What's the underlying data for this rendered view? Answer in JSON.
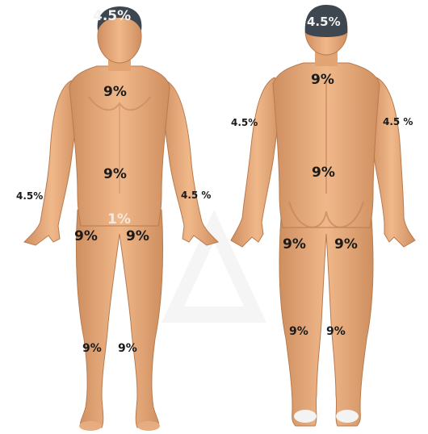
{
  "figure": {
    "skin_color": "#e6a978",
    "skin_shadow": "#c98a5c",
    "hair_color": "#3e4650",
    "feet_color": "#f3f3f3",
    "watermark_color": "#eeeeee"
  },
  "front": {
    "head": "4.5%",
    "chest": "9%",
    "abdomen": "9%",
    "right_arm": "4.5%",
    "left_arm": "4.5 %",
    "genitals": "1%",
    "right_thigh": "9%",
    "left_thigh": "9%",
    "right_leg": "9%",
    "left_leg": "9%"
  },
  "back": {
    "head": "4.5%",
    "upper_back": "9%",
    "left_arm": "4.5%",
    "right_arm": "4.5 %",
    "lower_back": "9%",
    "left_thigh": "9%",
    "right_thigh": "9%",
    "left_leg": "9%",
    "right_leg": "9%"
  }
}
